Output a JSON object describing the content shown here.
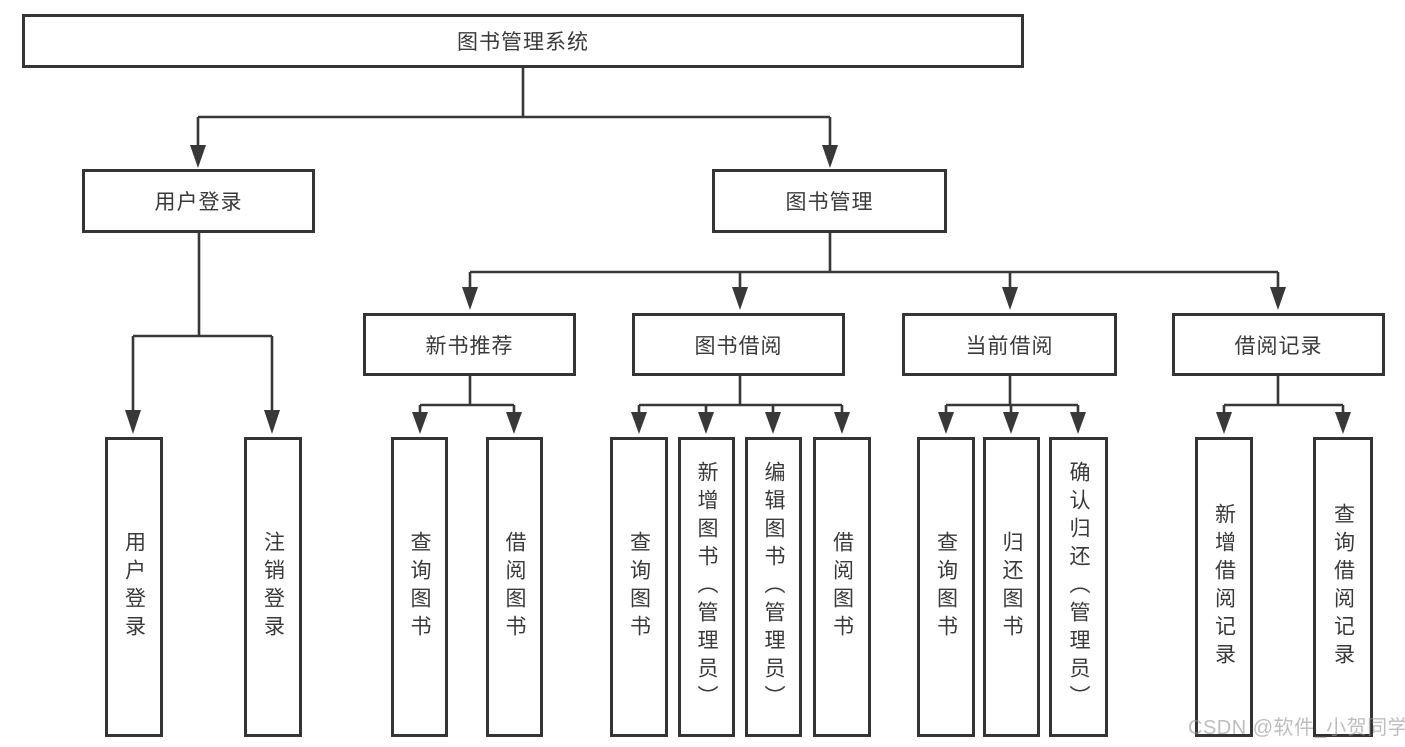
{
  "diagram_title": "图书管理系统",
  "colors": {
    "line": "#383838",
    "box_border": "#343434",
    "box_background": "#ffffff",
    "text": "#3a3a3a",
    "watermark": "#a9a9a9"
  },
  "tree": {
    "label": "图书管理系统",
    "children": [
      {
        "label": "用户登录",
        "children": [
          {
            "label": "用户登录"
          },
          {
            "label": "注销登录"
          }
        ]
      },
      {
        "label": "图书管理",
        "children": [
          {
            "label": "新书推荐",
            "children": [
              {
                "label": "查询图书"
              },
              {
                "label": "借阅图书"
              }
            ]
          },
          {
            "label": "图书借阅",
            "children": [
              {
                "label": "查询图书"
              },
              {
                "label": "新增图书（管理员）"
              },
              {
                "label": "编辑图书（管理员）"
              },
              {
                "label": "借阅图书"
              }
            ]
          },
          {
            "label": "当前借阅",
            "children": [
              {
                "label": "查询图书"
              },
              {
                "label": "归还图书"
              },
              {
                "label": "确认归还（管理员）"
              }
            ]
          },
          {
            "label": "借阅记录",
            "children": [
              {
                "label": "新增借阅记录"
              },
              {
                "label": "查询借阅记录"
              }
            ]
          }
        ]
      }
    ]
  },
  "watermark": {
    "text": "CSDN @软件_小贺同学"
  }
}
